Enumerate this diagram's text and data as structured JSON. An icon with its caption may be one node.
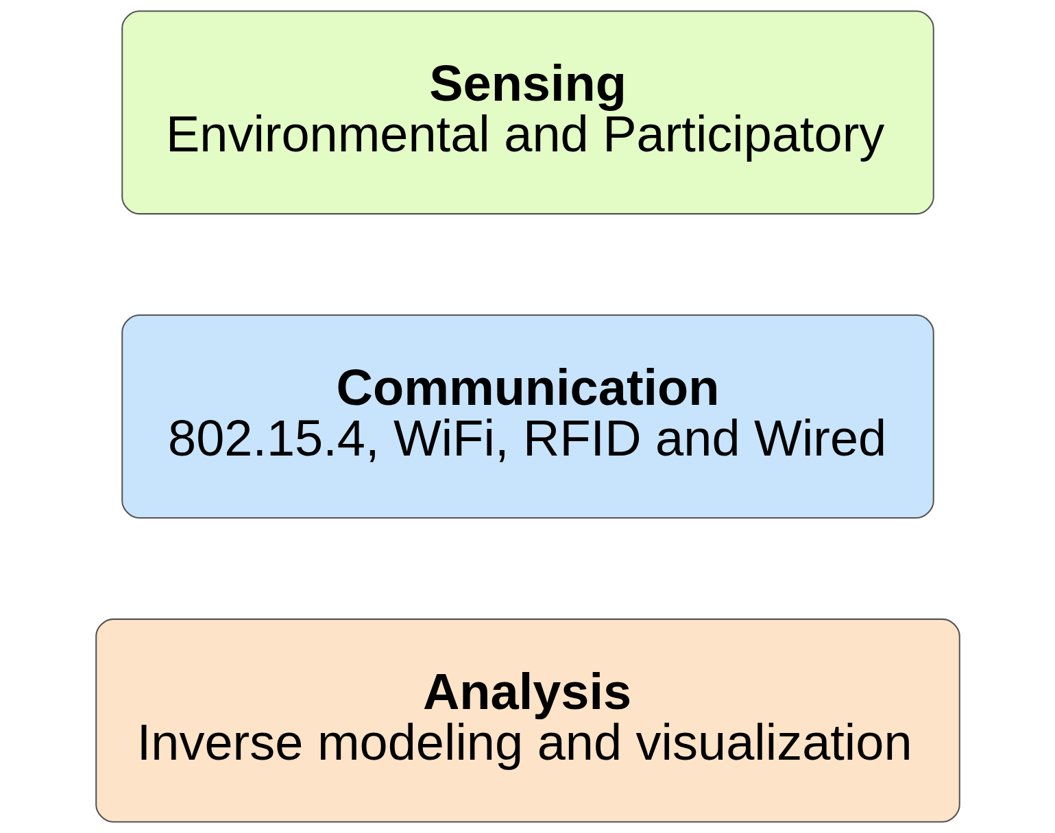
{
  "diagram": {
    "nodes": [
      {
        "text": [
          "Sensing",
          "Environmental and Participatory"
        ]
      },
      {
        "text": [
          "Communication",
          "802.15.4, WiFi, RFID and Wired"
        ]
      },
      {
        "text": [
          "Analysis",
          "Inverse modeling and visualization"
        ]
      }
    ]
  }
}
